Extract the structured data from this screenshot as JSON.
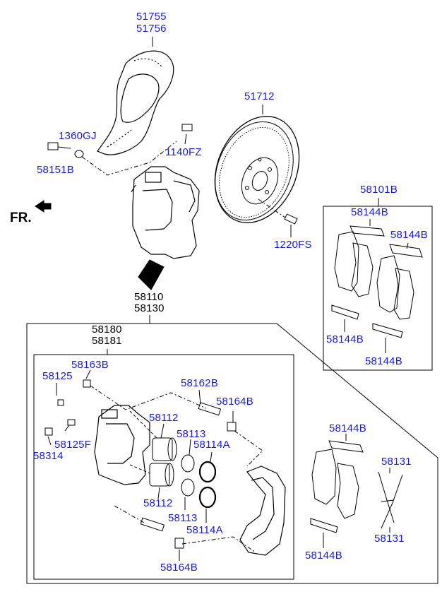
{
  "diagram": {
    "direction_label": "FR.",
    "colors": {
      "part_number": "#1a1ad6",
      "line": "#000000"
    },
    "labels": {
      "l51755": "51755",
      "l51756": "51756",
      "l51712": "51712",
      "l1360GJ": "1360GJ",
      "l1140FZ": "1140FZ",
      "l58151B": "58151B",
      "l58101B": "58101B",
      "l58144B_a": "58144B",
      "l58144B_b": "58144B",
      "l1220FS": "1220FS",
      "l58144B_c": "58144B",
      "l58144B_d": "58144B",
      "l58110": "58110",
      "l58130": "58130",
      "l58180": "58180",
      "l58181": "58181",
      "l58163B": "58163B",
      "l58125": "58125",
      "l58162B": "58162B",
      "l58164B_a": "58164B",
      "l58112_a": "58112",
      "l58113_a": "58113",
      "l58114A_a": "58114A",
      "l58125F": "58125F",
      "l58314": "58314",
      "l58112_b": "58112",
      "l58113_b": "58113",
      "l58114A_b": "58114A",
      "l58164B_b": "58164B",
      "l58144B_e": "58144B",
      "l58131_a": "58131",
      "l58131_b": "58131",
      "l58144B_f": "58144B"
    }
  }
}
